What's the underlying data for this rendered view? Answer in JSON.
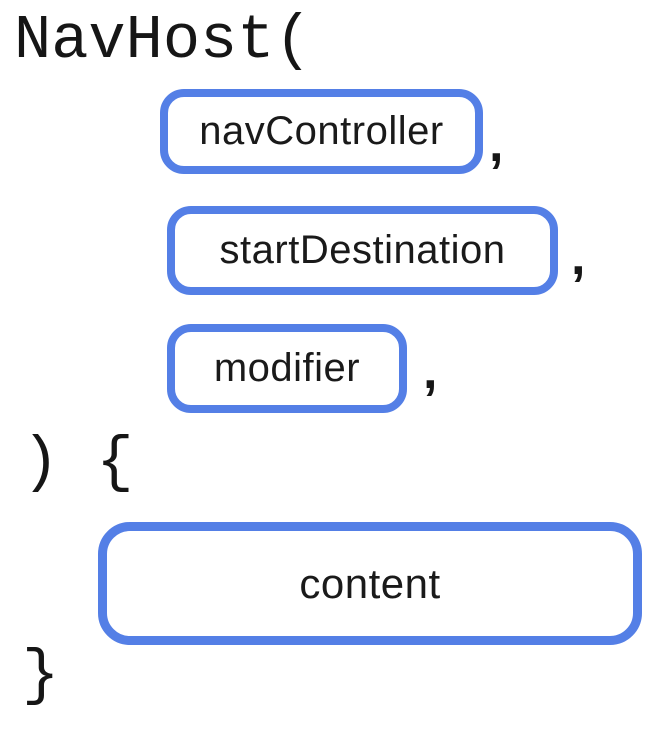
{
  "diagram": {
    "title_code": "NavHost(",
    "body_open_code": ") {",
    "body_close_code": "}",
    "comma": ",",
    "parameters": [
      {
        "name": "navController"
      },
      {
        "name": "startDestination"
      },
      {
        "name": "modifier"
      }
    ],
    "slot": {
      "name": "content"
    }
  },
  "colors": {
    "accent_blue": "#547FE6",
    "text": "#161616",
    "background": "#FFFFFF"
  }
}
